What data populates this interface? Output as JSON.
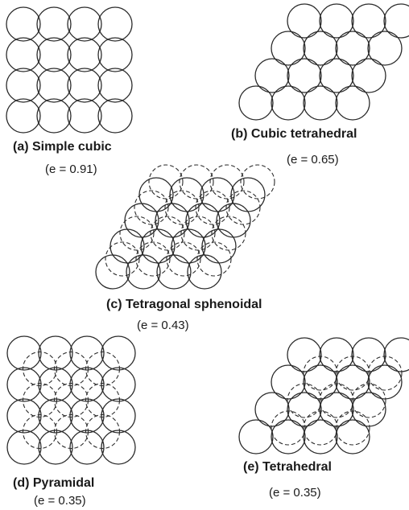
{
  "line_color": "#2b2b2b",
  "background": "#ffffff",
  "panels": [
    {
      "id": "a",
      "title": "(a) Simple cubic",
      "ratio": "(e = 0.91)",
      "layer_a": "solid",
      "layer_b": "none"
    },
    {
      "id": "b",
      "title": "(b) Cubic tetrahedral",
      "ratio": "(e = 0.65)",
      "layer_a": "solid",
      "layer_b": "none"
    },
    {
      "id": "c",
      "title": "(c) Tetragonal sphenoidal",
      "ratio": "(e = 0.43)",
      "layer_a": "solid",
      "layer_b": "dashed"
    },
    {
      "id": "d",
      "title": "(d) Pyramidal",
      "ratio": "(e = 0.35)",
      "layer_a": "solid",
      "layer_b": "dashed"
    },
    {
      "id": "e",
      "title": "(e) Tetrahedral",
      "ratio": "(e = 0.35)",
      "layer_a": "solid",
      "layer_b": "dashed"
    }
  ]
}
